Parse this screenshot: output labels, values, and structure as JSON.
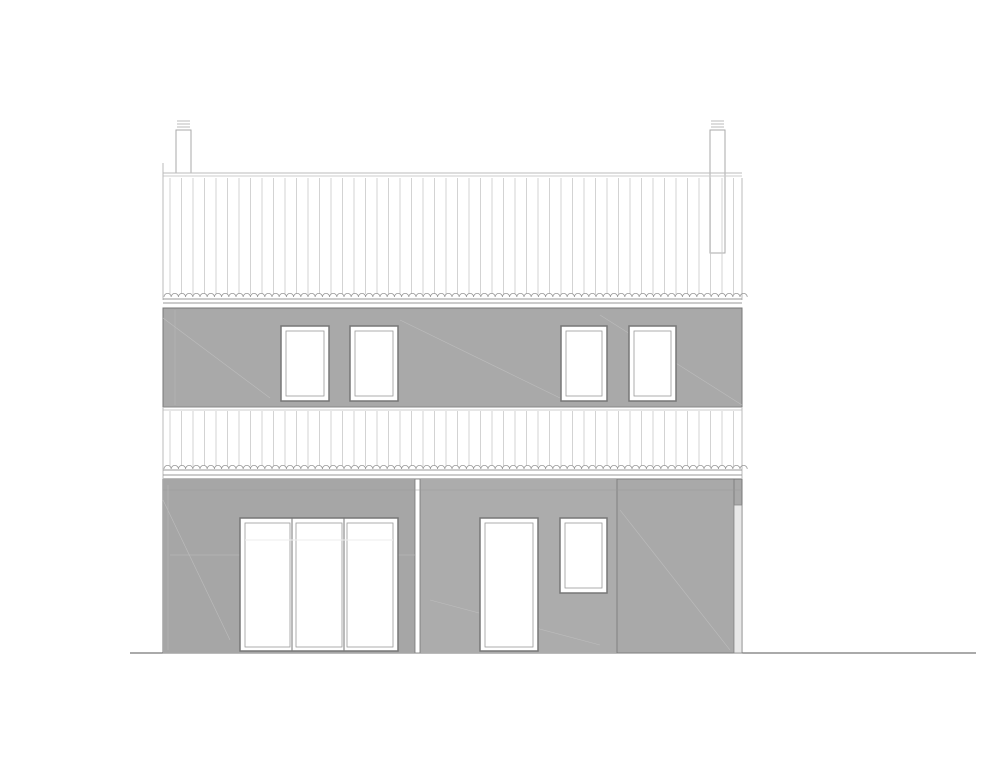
{
  "drawing": {
    "kind": "building-elevation",
    "colors": {
      "background": "#ffffff",
      "wall": "#a9a9a9",
      "wall_light": "#b4b4b4",
      "line": "#6b6b6b",
      "roof_line": "#c9c9c9",
      "glass": "#ffffff",
      "frame": "#7a7a7a"
    },
    "roof_upper": {
      "tile_rows": 1,
      "ridge_tiles": 40
    },
    "roof_lower": {
      "tile_rows": 1,
      "ridge_tiles": 40
    },
    "upper_floor": {
      "window_count": 4
    },
    "ground_floor": {
      "door_panels": 3,
      "door_count": 1,
      "window_count": 1
    },
    "chimneys": 2
  }
}
